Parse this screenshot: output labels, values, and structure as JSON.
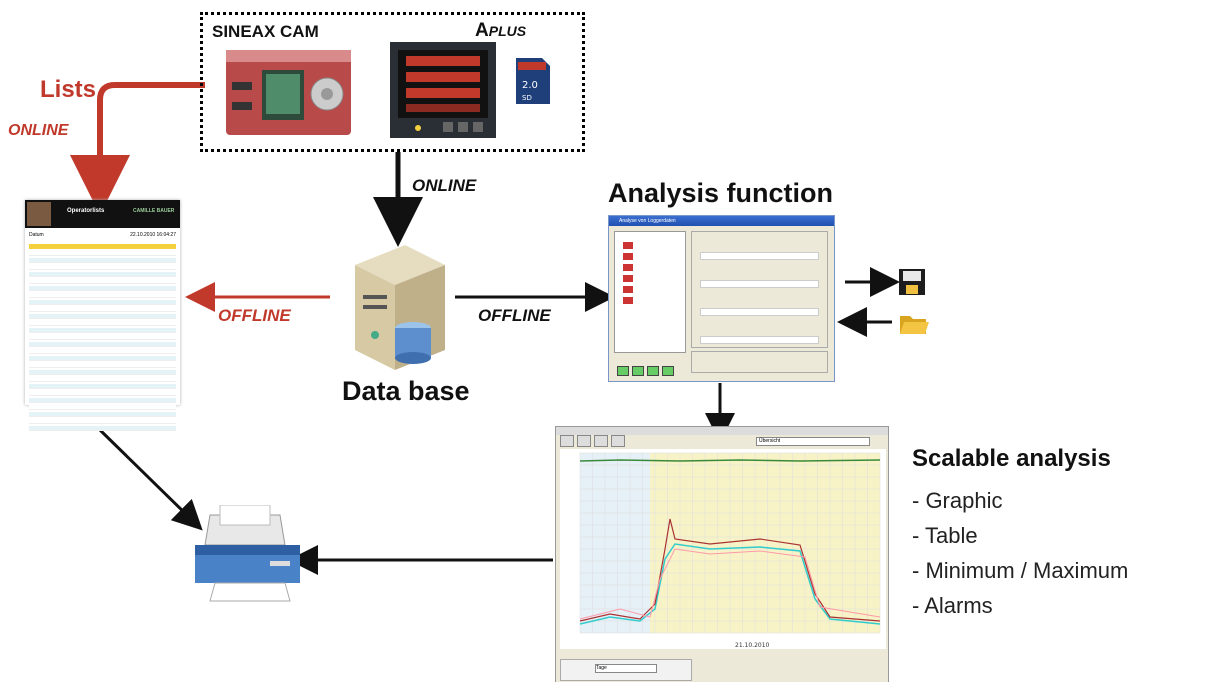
{
  "devices": {
    "sineax_label": "SINEAX CAM",
    "aplus_label_a": "A",
    "aplus_label_rest": "PLUS"
  },
  "lists": {
    "title": "Lists",
    "online": "ONLINE",
    "report": {
      "header": "Operatorlists",
      "brand": "CAMILLE BAUER",
      "date_label": "Datum",
      "date_value": "22.10.2010 16:04:27"
    }
  },
  "connections": {
    "online_down": "ONLINE",
    "offline_left": "OFFLINE",
    "offline_right": "OFFLINE"
  },
  "database": {
    "label": "Data base"
  },
  "analysis": {
    "title": "Analysis function",
    "window_title": "Analyse von Loggerdaten"
  },
  "scalable": {
    "title": "Scalable analysis",
    "items": [
      "- Graphic",
      "- Table",
      "- Minimum / Maximum",
      "- Alarms"
    ]
  },
  "chart": {
    "xlabel": "21.10.2010",
    "select_value": "Übersicht",
    "page_value": "Tage"
  },
  "colors": {
    "red": "#c0392b",
    "black": "#111111"
  }
}
